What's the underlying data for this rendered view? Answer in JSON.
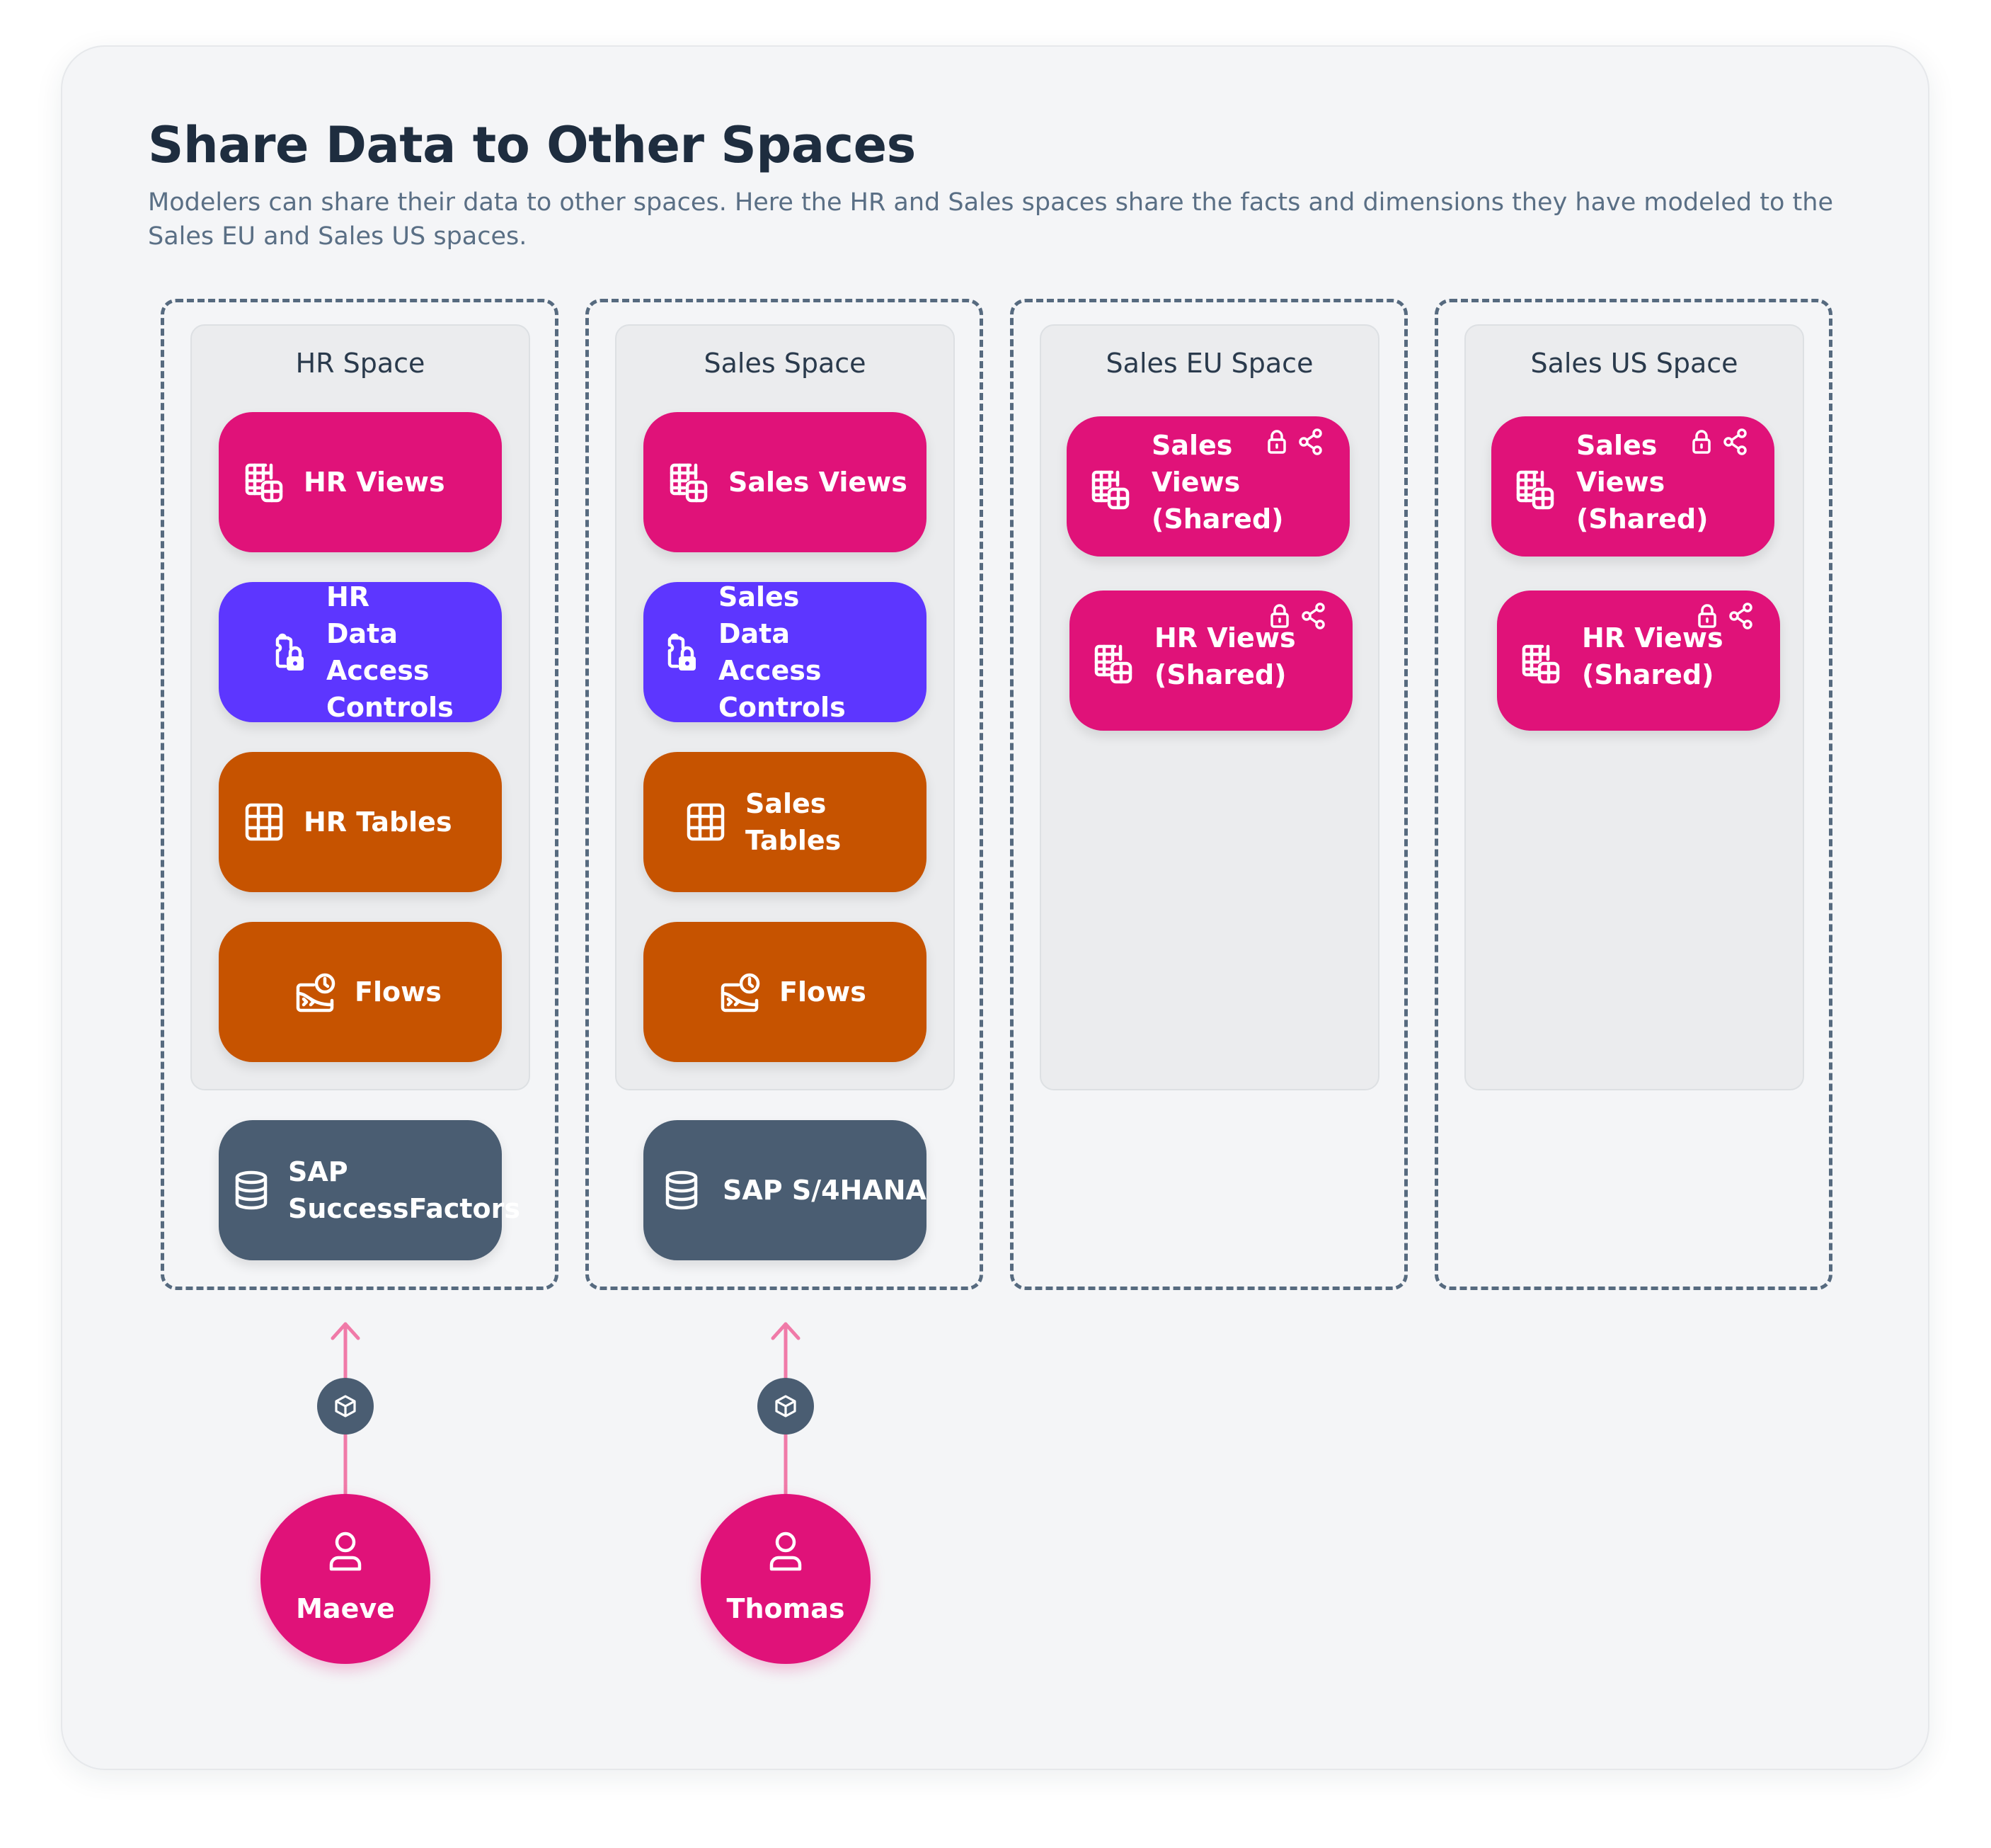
{
  "title": "Share Data to Other Spaces",
  "description": "Modelers can share their data to other spaces. Here the HR and Sales spaces share the facts and dimensions they have modeled to the Sales EU and Sales US spaces.",
  "spaces": [
    {
      "name": "HR Space",
      "nodes": [
        {
          "label": "HR Views",
          "icon": "views-grid-icon"
        },
        {
          "label": "HR Data Access Controls",
          "icon": "access-lock-icon"
        },
        {
          "label": "HR Tables",
          "icon": "table-icon"
        },
        {
          "label": "Flows",
          "icon": "flow-icon"
        }
      ],
      "source": {
        "label": "SAP SuccessFactors",
        "icon": "database-icon"
      }
    },
    {
      "name": "Sales Space",
      "nodes": [
        {
          "label": "Sales Views",
          "icon": "views-grid-icon"
        },
        {
          "label": "Sales Data Access Controls",
          "icon": "access-lock-icon"
        },
        {
          "label": "Sales Tables",
          "icon": "table-icon"
        },
        {
          "label": "Flows",
          "icon": "flow-icon"
        }
      ],
      "source": {
        "label": "SAP S/4HANA",
        "icon": "database-icon"
      }
    },
    {
      "name": "Sales EU Space",
      "nodes": [
        {
          "label": "Sales Views (Shared)",
          "icon": "views-grid-icon",
          "badges": [
            "lock-icon",
            "share-icon"
          ]
        },
        {
          "label": "HR Views (Shared)",
          "icon": "views-grid-icon",
          "badges": [
            "lock-icon",
            "share-icon"
          ]
        }
      ]
    },
    {
      "name": "Sales US Space",
      "nodes": [
        {
          "label": "Sales Views (Shared)",
          "icon": "views-grid-icon",
          "badges": [
            "lock-icon",
            "share-icon"
          ]
        },
        {
          "label": "HR Views (Shared)",
          "icon": "views-grid-icon",
          "badges": [
            "lock-icon",
            "share-icon"
          ]
        }
      ]
    }
  ],
  "users": [
    {
      "name": "Maeve",
      "icon": "user-icon",
      "connector_icon": "package-icon"
    },
    {
      "name": "Thomas",
      "icon": "user-icon",
      "connector_icon": "package-icon"
    }
  ],
  "colors": {
    "views": "#e01279",
    "access_controls": "#5d36ff",
    "tables_flows": "#c65300",
    "source": "#4a5d72",
    "connector": "#f07aa8",
    "space_border": "#566a7f",
    "title": "#1e2d3f"
  }
}
